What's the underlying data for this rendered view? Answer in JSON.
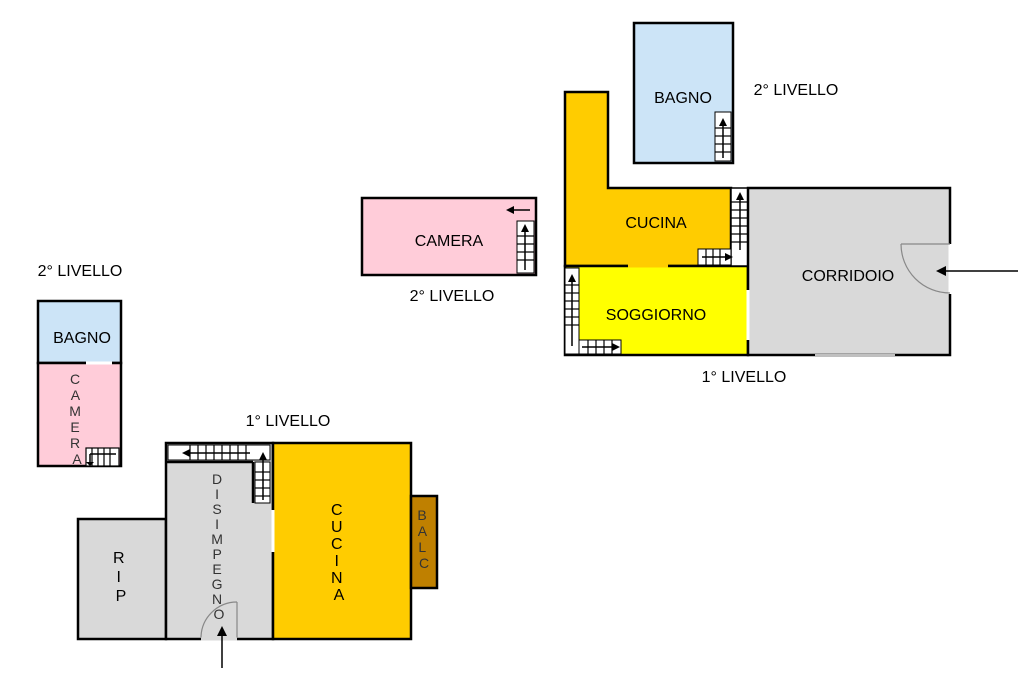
{
  "colors": {
    "bagno": "#cce4f7",
    "camera": "#ffccd9",
    "cucina": "#ffcc00",
    "soggiorno": "#ffff00",
    "corridoio": "#d9d9d9",
    "balc": "#bf8000",
    "rip": "#d9d9d9",
    "disimpegno": "#d9d9d9"
  },
  "left_unit": {
    "level2_label": "2° LIVELLO",
    "bagno": "BAGNO",
    "camera": "CAMERA",
    "level1_label": "1° LIVELLO",
    "disimpegno": "DISIMPEGNO",
    "cucina": "CUCINA",
    "balc": "BALC",
    "rip": "RIP"
  },
  "right_unit": {
    "camera": "CAMERA",
    "camera_level_label": "2° LIVELLO",
    "bagno": "BAGNO",
    "bagno_level_label": "2° LIVELLO",
    "cucina": "CUCINA",
    "soggiorno": "SOGGIORNO",
    "corridoio": "CORRIDOIO",
    "level1_label": "1° LIVELLO"
  },
  "icons": [
    "stair-icon",
    "entrance-arrow-icon",
    "door-swing-icon"
  ]
}
